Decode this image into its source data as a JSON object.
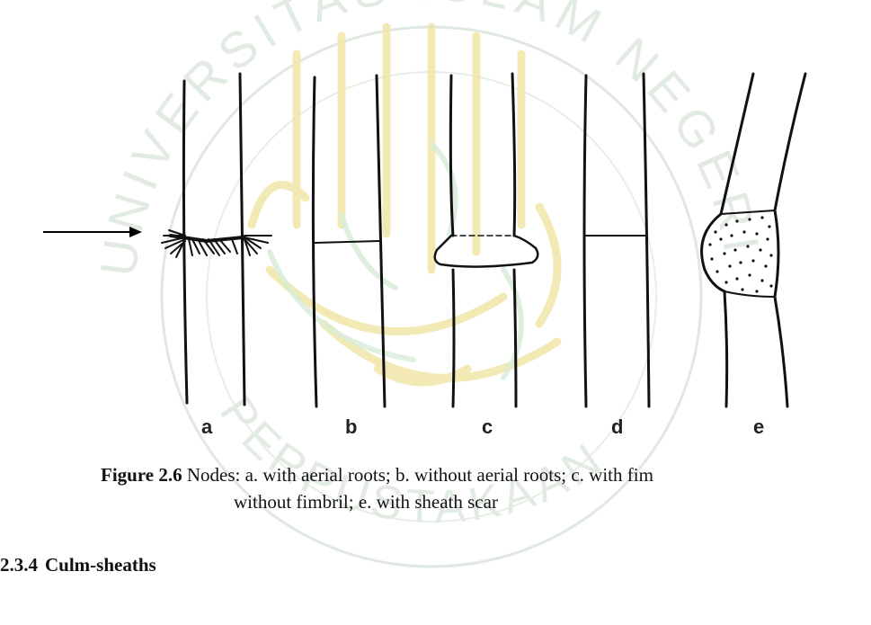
{
  "watermark": {
    "arc_top": "UNIVERSITAS ISLAM NEGERI MAULANA MALIK IBRAHIM",
    "arc_bottom": "PERPUSTAKAAN",
    "color": "#cfe6cf"
  },
  "figure": {
    "panel_labels": [
      "a",
      "b",
      "c",
      "d",
      "e"
    ]
  },
  "caption": {
    "figure_number": "Figure 2.6",
    "text_line1": " Nodes: a. with aerial roots; b. without aerial roots; c. with fim",
    "text_line2": "without fimbril; e. with sheath scar"
  },
  "section": {
    "number": "2.3.4",
    "title": "Culm-sheaths"
  }
}
